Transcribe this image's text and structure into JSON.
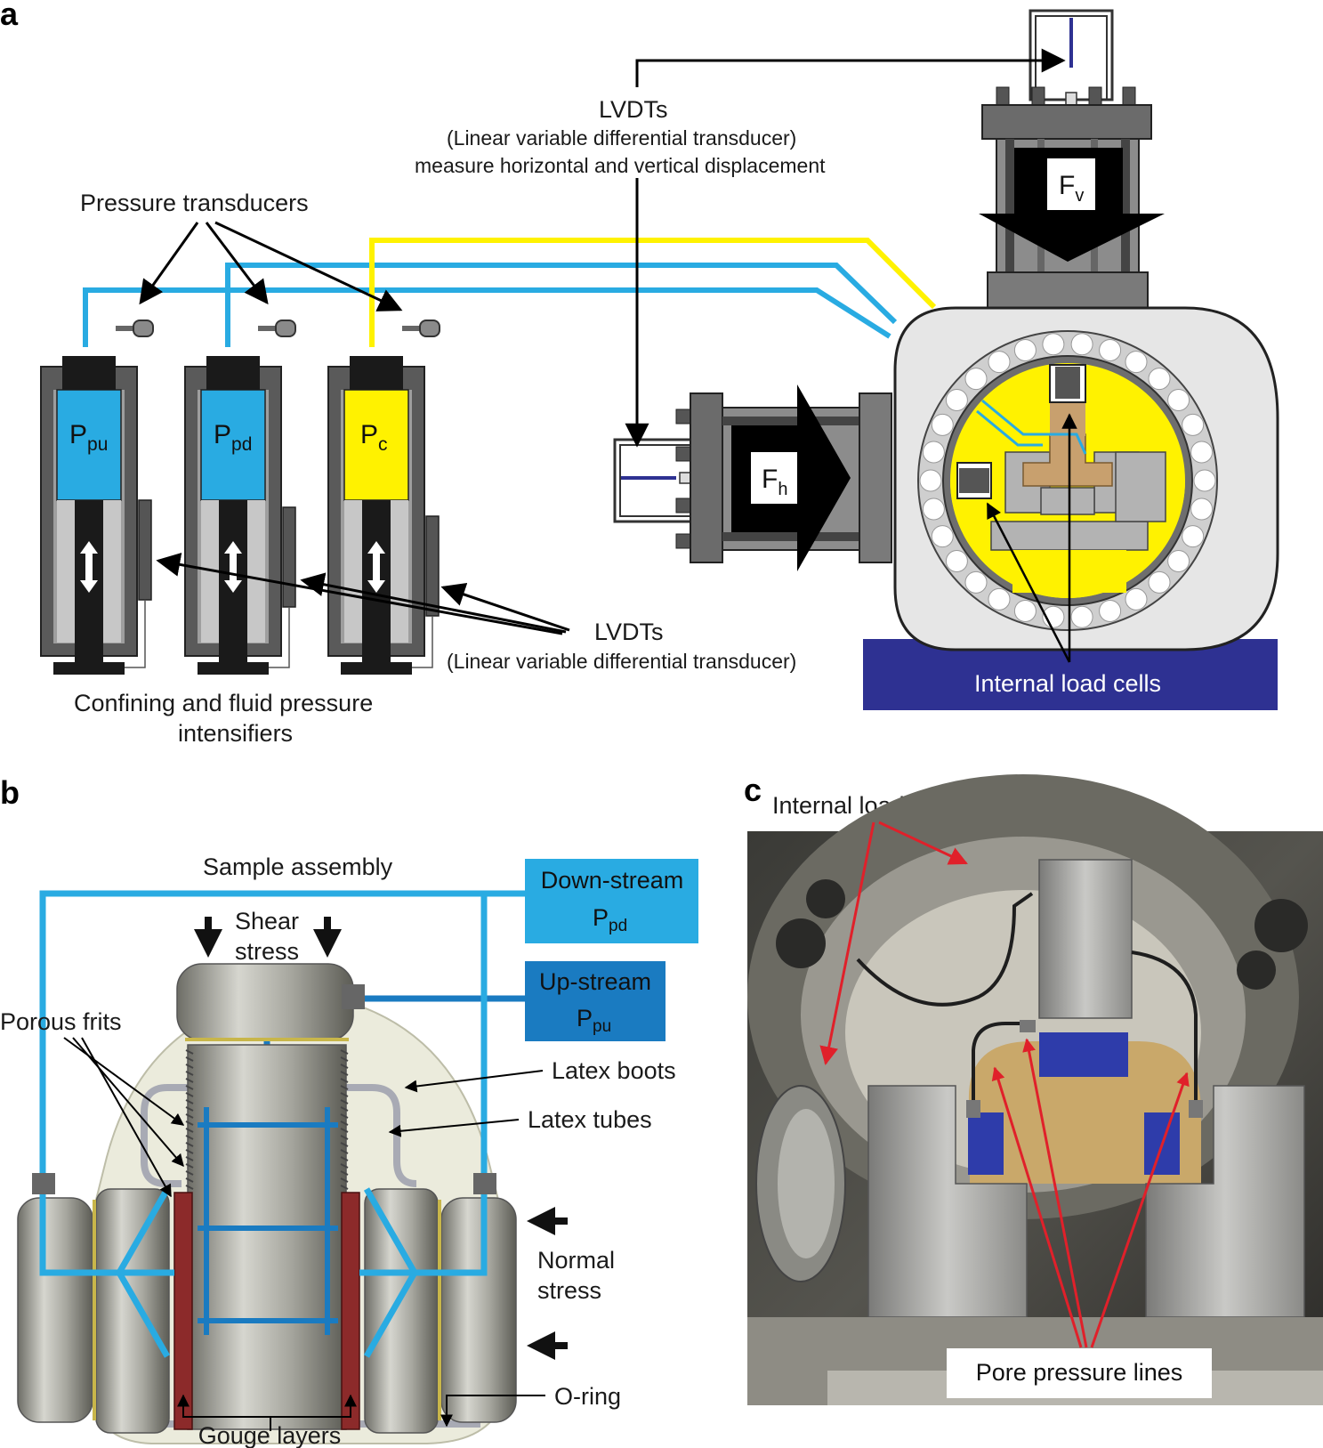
{
  "panels": {
    "a": "a",
    "b": "b",
    "c": "c"
  },
  "panel_a": {
    "lvdt_top_title": "LVDTs",
    "lvdt_top_line1": "(Linear variable differential transducer)",
    "lvdt_top_line2": "measure horizontal and vertical displacement",
    "pressure_transducers": "Pressure transducers",
    "intensifiers": [
      {
        "base": "P",
        "sub": "pu",
        "color": "#29abe2"
      },
      {
        "base": "P",
        "sub": "pd",
        "color": "#29abe2"
      },
      {
        "base": "P",
        "sub": "c",
        "color": "#fff200"
      }
    ],
    "lvdt_bottom_title": "LVDTs",
    "lvdt_bottom_line": "(Linear variable differential transducer)",
    "intensifier_caption_1": "Confining and fluid pressure",
    "intensifier_caption_2": "intensifiers",
    "force_vertical": {
      "base": "F",
      "sub": "v"
    },
    "force_horizontal": {
      "base": "F",
      "sub": "h"
    },
    "internal_load_cells": "Internal load cells"
  },
  "panel_b": {
    "sample_assembly": "Sample assembly",
    "shear_stress_1": "Shear",
    "shear_stress_2": "stress",
    "downstream_title": "Down-stream",
    "downstream_base": "P",
    "downstream_sub": "pd",
    "upstream_title": "Up-stream",
    "upstream_base": "P",
    "upstream_sub": "pu",
    "porous_frits": "Porous frits",
    "latex_boots": "Latex boots",
    "latex_tubes": "Latex tubes",
    "normal_stress_1": "Normal",
    "normal_stress_2": "stress",
    "o_ring": "O-ring",
    "gouge_layers": "Gouge layers"
  },
  "panel_c": {
    "internal_load_cells": "Internal load cells",
    "pore_pressure_lines": "Pore pressure lines"
  },
  "colors": {
    "fluid_blue": "#29abe2",
    "upstream_blue": "#1a7bc1",
    "confining_yellow": "#fff200",
    "base_navy": "#2e3192",
    "dark_gray": "#3d3d3d",
    "steel": "#8c8c8c",
    "annotation_red": "#e0202a"
  }
}
